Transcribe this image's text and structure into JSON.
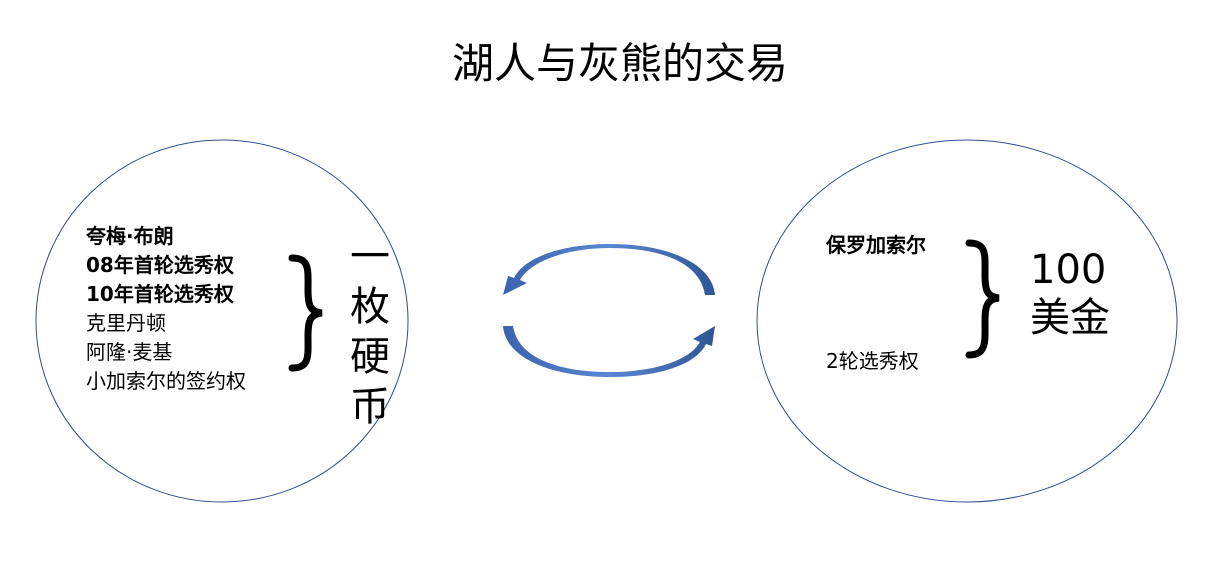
{
  "title": "湖人与灰熊的交易",
  "left": {
    "items": [
      {
        "text": "夸梅·布朗",
        "bold": true
      },
      {
        "text": "08年首轮选秀权",
        "bold": true
      },
      {
        "text": "10年首轮选秀权",
        "bold": true
      },
      {
        "text": "克里丹顿",
        "bold": false
      },
      {
        "text": "阿隆·麦基",
        "bold": false
      },
      {
        "text": "小加索尔的签约权",
        "bold": false
      }
    ],
    "value": "一枚硬币"
  },
  "right": {
    "items": [
      "保罗加索尔",
      "2轮选秀权"
    ],
    "value_line1": "100",
    "value_line2": "美金"
  },
  "colors": {
    "ellipse": "#2f4f8f",
    "arrow": "#4472c4"
  }
}
